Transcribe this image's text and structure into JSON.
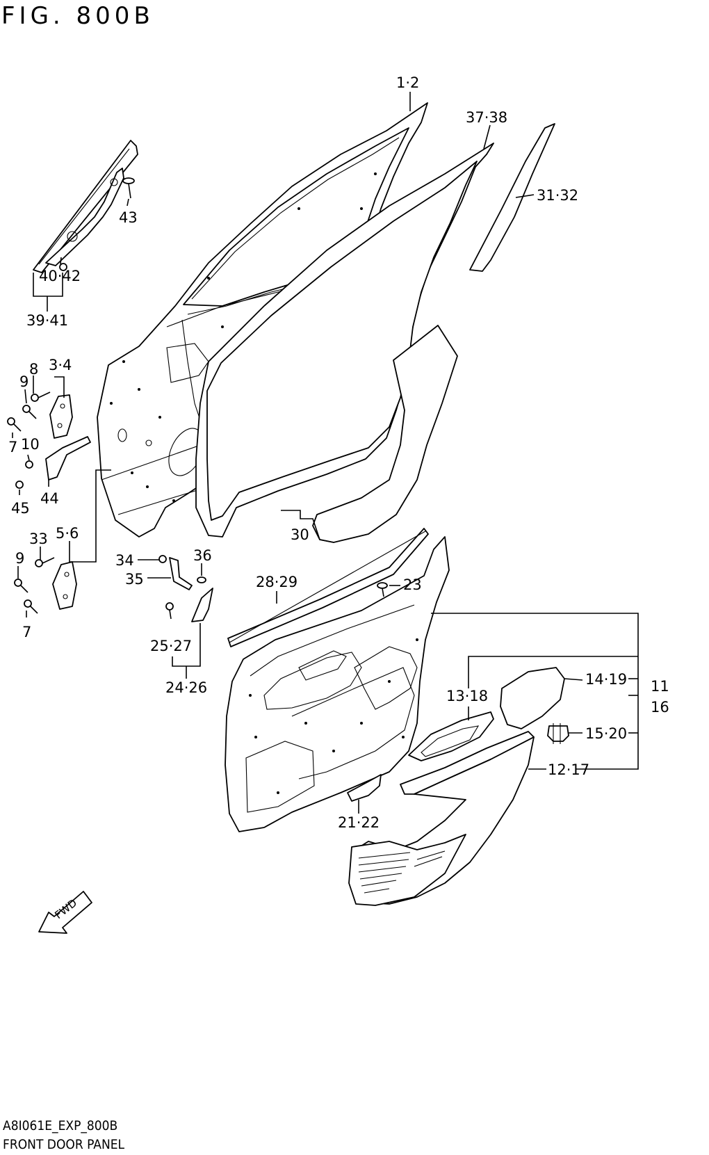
{
  "figure": {
    "title": "FIG. 800B",
    "drawing_code": "A8I061E_EXP_800B",
    "caption": "FRONT DOOR PANEL",
    "fwd_label": "FWD"
  },
  "callouts": [
    {
      "id": "c-1-2",
      "text": "1·2"
    },
    {
      "id": "c-37-38",
      "text": "37·38"
    },
    {
      "id": "c-31-32",
      "text": "31·32"
    },
    {
      "id": "c-43",
      "text": "43"
    },
    {
      "id": "c-40-42",
      "text": "40·42"
    },
    {
      "id": "c-39-41",
      "text": "39·41"
    },
    {
      "id": "c-8",
      "text": "8"
    },
    {
      "id": "c-3-4",
      "text": "3·4"
    },
    {
      "id": "c-9a",
      "text": "9"
    },
    {
      "id": "c-7a",
      "text": "7"
    },
    {
      "id": "c-10",
      "text": "10"
    },
    {
      "id": "c-45",
      "text": "45"
    },
    {
      "id": "c-44",
      "text": "44"
    },
    {
      "id": "c-33",
      "text": "33"
    },
    {
      "id": "c-5-6",
      "text": "5·6"
    },
    {
      "id": "c-9b",
      "text": "9"
    },
    {
      "id": "c-7b",
      "text": "7"
    },
    {
      "id": "c-34",
      "text": "34"
    },
    {
      "id": "c-36",
      "text": "36"
    },
    {
      "id": "c-35",
      "text": "35"
    },
    {
      "id": "c-25-27",
      "text": "25·27"
    },
    {
      "id": "c-24-26",
      "text": "24·26"
    },
    {
      "id": "c-30",
      "text": "30"
    },
    {
      "id": "c-28-29",
      "text": "28·29"
    },
    {
      "id": "c-23",
      "text": "23"
    },
    {
      "id": "c-14-19",
      "text": "14·19"
    },
    {
      "id": "c-13-18",
      "text": "13·18"
    },
    {
      "id": "c-11",
      "text": "11"
    },
    {
      "id": "c-16",
      "text": "16"
    },
    {
      "id": "c-15-20",
      "text": "15·20"
    },
    {
      "id": "c-12-17",
      "text": "12·17"
    },
    {
      "id": "c-21-22",
      "text": "21·22"
    }
  ]
}
